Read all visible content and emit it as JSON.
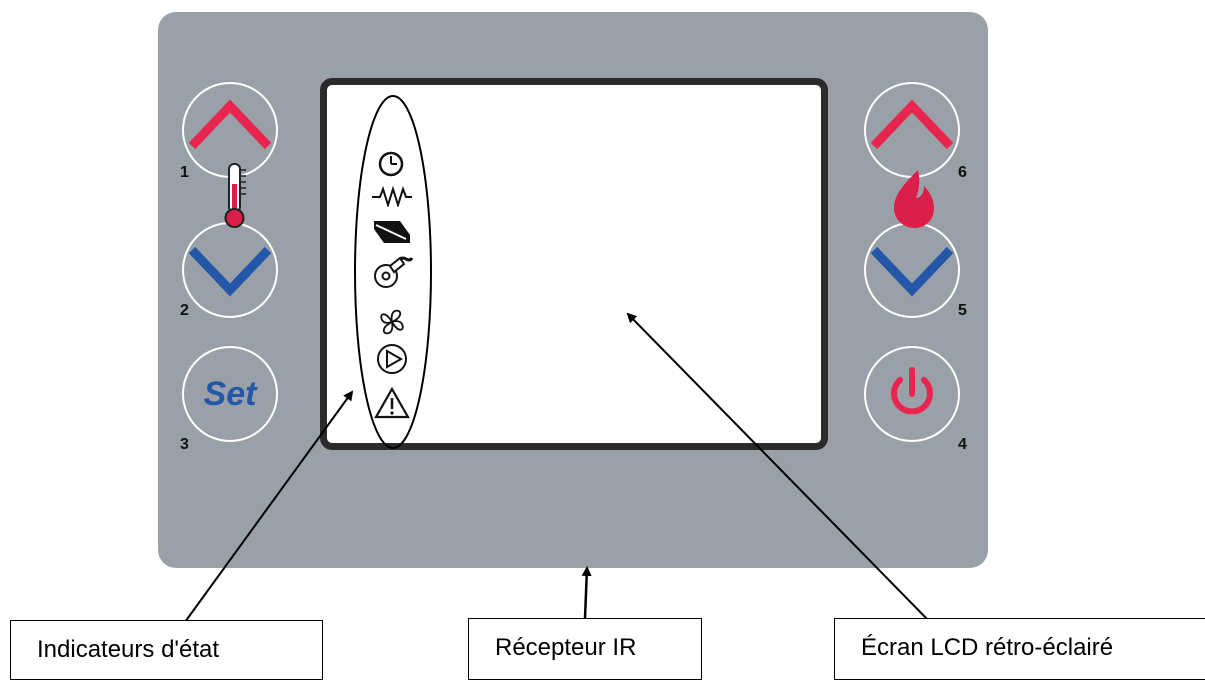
{
  "buttons": {
    "temp_up": {
      "number": "1"
    },
    "temp_down": {
      "number": "2"
    },
    "set": {
      "number": "3",
      "label": "Set"
    },
    "power": {
      "number": "4"
    },
    "power_down": {
      "number": "5"
    },
    "power_up": {
      "number": "6"
    }
  },
  "status_icons": [
    "clock-icon",
    "resistance-icon",
    "auger-icon",
    "exhaust-fan-icon",
    "fan-icon",
    "pump-icon",
    "alarm-icon"
  ],
  "callouts": {
    "status_indicators": "Indicateurs d'état",
    "ir_receiver": "Récepteur IR",
    "lcd_screen": "Écran LCD rétro-éclairé"
  },
  "colors": {
    "panel": "#9aa0a7",
    "up_arrow": "#e8254f",
    "down_arrow": "#2457a8",
    "flame": "#d91f4a",
    "power": "#e8254f"
  }
}
